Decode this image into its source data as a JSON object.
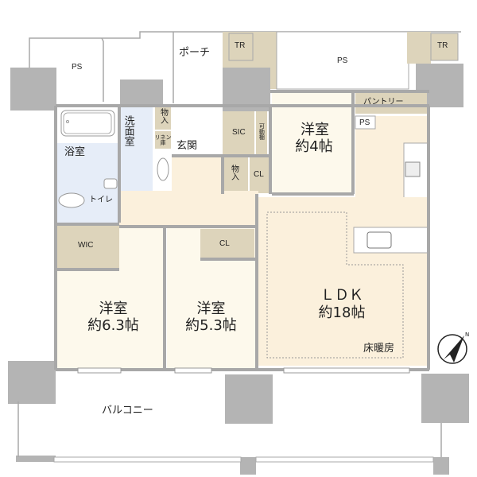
{
  "colors": {
    "pillar": "#b4b4b4",
    "wall": "#a8a8a8",
    "storage": "#ddd4bb",
    "living": "#fbf0dc",
    "bedroom": "#fdf9ec",
    "wet_area": "#e6edf8",
    "outdoor": "#ffffff"
  },
  "rooms": {
    "ps_top_left": "PS",
    "porch": "ポーチ",
    "tr_left": "TR",
    "ps_top_right": "PS",
    "tr_right": "TR",
    "pantry": "パントリー",
    "ps_kitchen": "PS",
    "bath": "浴室",
    "washroom": "洗面室",
    "storage_small": "物入",
    "linen": "リネン庫",
    "entrance": "玄関",
    "sic": "SIC",
    "adjustable_shelf": "可動棚",
    "storage_hall": "物入",
    "cl_hall": "CL",
    "toilet": "トイレ",
    "wic": "WIC",
    "cl_bedroom": "CL",
    "bedroom_4": {
      "name": "洋室",
      "size": "約4帖"
    },
    "bedroom_63": {
      "name": "洋室",
      "size": "約6.3帖"
    },
    "bedroom_53": {
      "name": "洋室",
      "size": "約5.3帖"
    },
    "ldk": {
      "name": "ＬＤＫ",
      "size": "約18帖",
      "floor_heating": "床暖房"
    },
    "balcony": "バルコニー"
  },
  "compass": {
    "label": "N"
  }
}
